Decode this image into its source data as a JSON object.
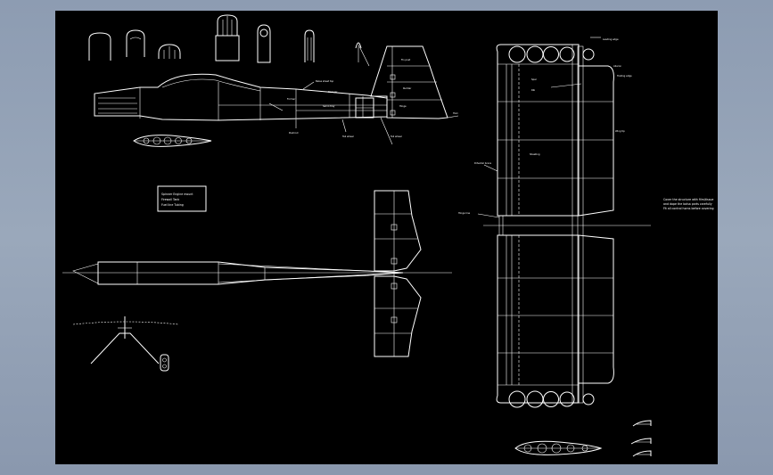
{
  "colors": {
    "background": "#8d9cb2",
    "canvas": "#000000",
    "lines": "#ffffff"
  },
  "labels": {
    "side_fuselage": [
      "Balsa sheet top",
      "Former",
      "Servo tray",
      "Pushrod",
      "Tail wheel",
      "Stringer"
    ],
    "fin": [
      "Fin post",
      "Rudder",
      "Hinge",
      "Horn"
    ],
    "wing": [
      "Leading edge",
      "Spar",
      "Rib",
      "Aileron",
      "Trailing edge",
      "Wing tip",
      "Dihedral brace",
      "Sheeting",
      "Hinge line"
    ],
    "note_box": [
      "Spinner  Engine mount",
      "Firewall  Tank",
      "Fuel line  Tubing"
    ],
    "wing_note": [
      "Cover the structure with film/tissue",
      "and dope the balsa parts carefully",
      "Fit all control horns before covering"
    ]
  }
}
